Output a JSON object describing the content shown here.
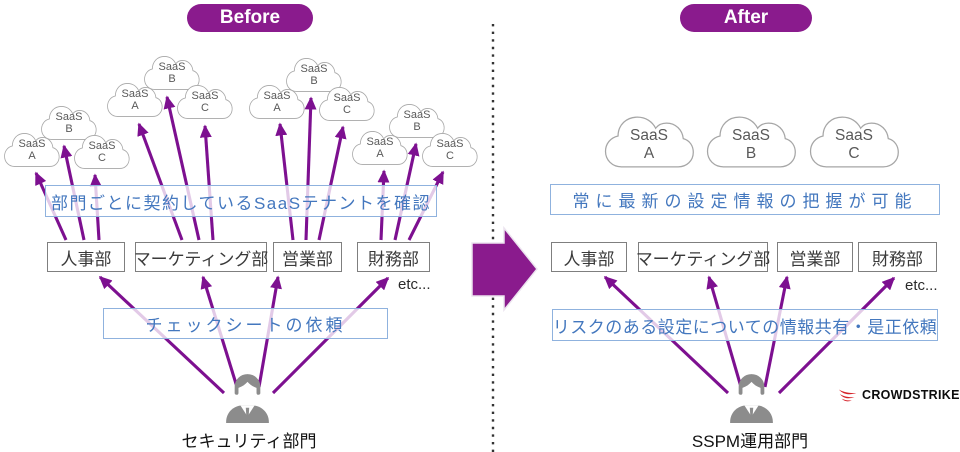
{
  "colors": {
    "purple_badge": "#8A1B8D",
    "arrow_purple": "#7D1090",
    "blue_note_text": "#4377BE",
    "blue_note_border": "#8FB2DE",
    "dept_border": "#7f7f7f",
    "cloud_stroke": "#a6a6a6",
    "cloud_text": "#595959",
    "person_gray": "#8c8c8c",
    "logo_red": "#D6232A"
  },
  "before": {
    "badge": "Before",
    "saas_clusters": [
      {
        "clouds": [
          {
            "line1": "SaaS",
            "line2": "A"
          },
          {
            "line1": "SaaS",
            "line2": "B"
          },
          {
            "line1": "SaaS",
            "line2": "C"
          }
        ]
      },
      {
        "clouds": [
          {
            "line1": "SaaS",
            "line2": "A"
          },
          {
            "line1": "SaaS",
            "line2": "B"
          },
          {
            "line1": "SaaS",
            "line2": "C"
          }
        ]
      },
      {
        "clouds": [
          {
            "line1": "SaaS",
            "line2": "A"
          },
          {
            "line1": "SaaS",
            "line2": "B"
          },
          {
            "line1": "SaaS",
            "line2": "C"
          }
        ]
      },
      {
        "clouds": [
          {
            "line1": "SaaS",
            "line2": "A"
          },
          {
            "line1": "SaaS",
            "line2": "B"
          },
          {
            "line1": "SaaS",
            "line2": "C"
          }
        ]
      }
    ],
    "note_top": "部門ごとに契約しているSaaSテナントを確認",
    "departments": [
      {
        "label": "人事部"
      },
      {
        "label": "マーケティング部"
      },
      {
        "label": "営業部"
      },
      {
        "label": "財務部"
      }
    ],
    "etc_label": "etc...",
    "note_bottom": "チェックシートの依頼",
    "actor_label": "セキュリティ部門"
  },
  "after": {
    "badge": "After",
    "clouds": [
      {
        "line1": "SaaS",
        "line2": "A"
      },
      {
        "line1": "SaaS",
        "line2": "B"
      },
      {
        "line1": "SaaS",
        "line2": "C"
      }
    ],
    "note_top": "常に最新の設定情報の把握が可能",
    "departments": [
      {
        "label": "人事部"
      },
      {
        "label": "マーケティング部"
      },
      {
        "label": "営業部"
      },
      {
        "label": "財務部"
      }
    ],
    "etc_label": "etc...",
    "note_bottom": "リスクのある設定についての情報共有・是正依頼",
    "actor_label": "SSPM運用部門"
  },
  "logo": {
    "text": "CROWDSTRIKE"
  }
}
